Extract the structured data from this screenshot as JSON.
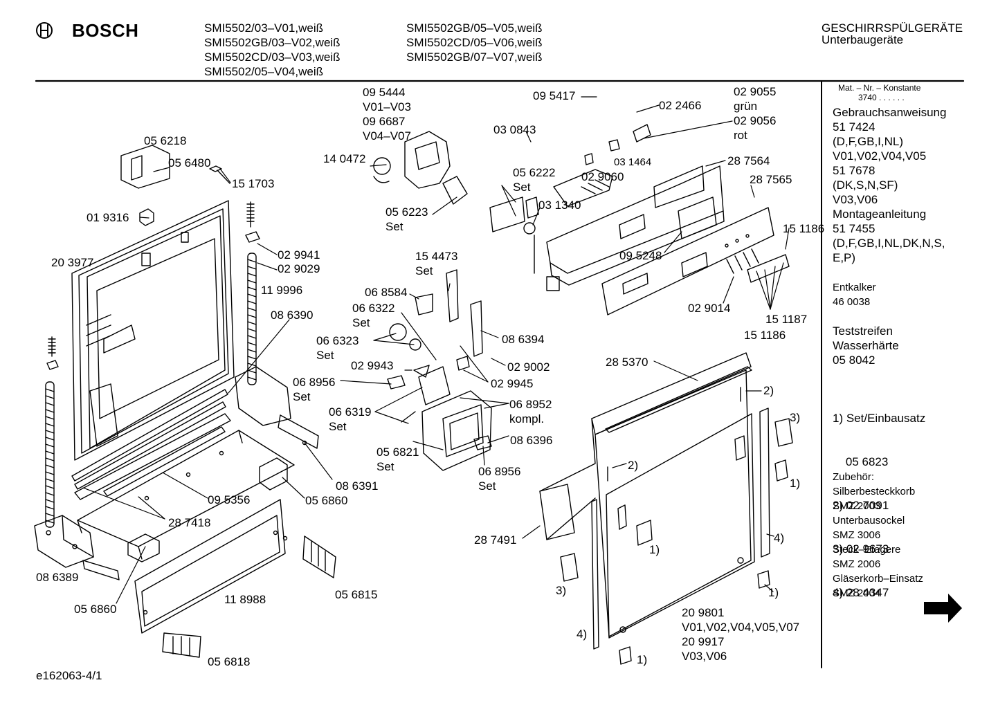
{
  "header": {
    "brand": "BOSCH",
    "models_col1": [
      "SMI5502/03–V01,weiß",
      "SMI5502GB/03–V02,weiß",
      "SMI5502CD/03–V03,weiß",
      "SMI5502/05–V04,weiß"
    ],
    "models_col2": [
      "SMI5502GB/05–V05,weiß",
      "SMI5502CD/05–V06,weiß",
      "SMI5502GB/07–V07,weiß"
    ],
    "category": "GESCHIRRSPÜLGERÄTE",
    "subcategory": "Unterbaugeräte"
  },
  "sidebar": {
    "mat_title": "Mat. – Nr. – Konstante",
    "mat_value": "3740 . . . . . .",
    "group1": [
      "Gebrauchsanweisung",
      "51 7424",
      "(D,F,GB,I,NL)",
      "V01,V02,V04,V05",
      "51 7678",
      "(DK,S,N,SF)",
      "V03,V06",
      "Montageanleitung",
      "51 7455",
      "(D,F,GB,I,NL,DK,N,S,",
      "E,P)"
    ],
    "group2": [
      "Entkalker",
      "46 0038"
    ],
    "group3": [
      "Teststreifen",
      "Wasserhärte",
      "05 8042"
    ],
    "group4": [
      "1) Set/Einbausatz",
      "    05 6823",
      "2) 02 7091",
      "3) 02 9673",
      "4) 28 4347"
    ],
    "group5": [
      "Zubehör:",
      "Silberbesteckkorb",
      "SMZ 2003",
      "Unterbausockel",
      "SMZ 3006",
      "Steck–Etagere",
      "SMZ 2006",
      "Gläserkorb–Einsatz",
      "SMZ 2004"
    ]
  },
  "footer_code": "e162063-4/1",
  "next_icon": "arrow-right-icon",
  "labels": {
    "p056218": "05 6218",
    "p056480": "05 6480",
    "p151703": "15 1703",
    "p019316": "01 9316",
    "p203977": "20 3977",
    "p029941": "02 9941",
    "p029029": "02 9029",
    "p119996": "11 9996",
    "p086390": "08 6390",
    "p095356": "09 5356",
    "p287418": "28 7418",
    "p056860a": "05 6860",
    "p086391": "08 6391",
    "p086389": "08 6389",
    "p056860b": "05 6860",
    "p118988": "11 8988",
    "p056815": "05 6815",
    "p056818": "05 6818",
    "p095444": "09 5444",
    "v01v03": "V01–V03",
    "p096687": "09 6687",
    "v04v07": "V04–V07",
    "p140472": "14 0472",
    "p056223": "05 6223",
    "set_056223": "Set",
    "p154473": "15 4473",
    "set_154473": "Set",
    "p068584": "06 8584",
    "p066322": "06 6322",
    "set_066322": "Set",
    "p066323": "06 6323",
    "set_066323": "Set",
    "p086394": "08 6394",
    "p029943": "02 9943",
    "p029002": "02 9002",
    "p029945": "02 9945",
    "p068956a": "06 8956",
    "set_068956a": "Set",
    "p066319": "06 6319",
    "set_066319": "Set",
    "p068952": "06 8952",
    "kompl": "kompl.",
    "p086396": "08 6396",
    "p056821": "05 6821",
    "set_056821": "Set",
    "p068956b": "06 8956",
    "set_068956b": "Set",
    "p095417": "09 5417",
    "p030843": "03 0843",
    "p022466": "02 2466",
    "p029055": "02 9055",
    "gruen": "grün",
    "p029056": "02 9056",
    "rot": "rot",
    "p056222": "05 6222",
    "set_056222": "Set",
    "p031464": "03 1464",
    "p029060": "02 9060",
    "p287564": "28 7564",
    "p287565": "28 7565",
    "p031340": "03 1340",
    "p095248": "09 5248",
    "p151186a": "15 1186",
    "p029014": "02 9014",
    "p151187": "15 1187",
    "p151186b": "15 1186",
    "p285370": "28 5370",
    "n2a": "2)",
    "n3a": "3)",
    "n2b": "2)",
    "n1a": "1)",
    "n4a": "4)",
    "n1b": "1)",
    "p287491": "28 7491",
    "n1c": "1)",
    "n3b": "3)",
    "n4b": "4)",
    "p209801": "20 9801",
    "v_list1": "V01,V02,V04,V05,V07",
    "p209917": "20 9917",
    "v_list2": "V03,V06",
    "n1d": "1)"
  }
}
